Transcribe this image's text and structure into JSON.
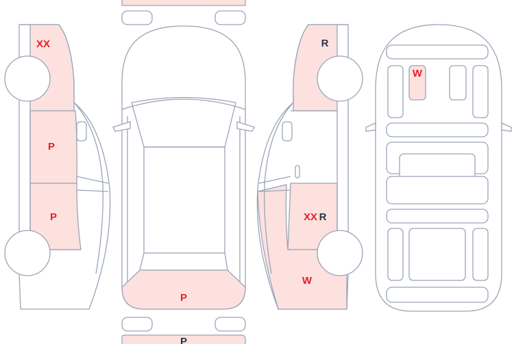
{
  "colors": {
    "outline": "#9aa3b6",
    "damage_fill": "#fde1df",
    "label_red": "#e4202a",
    "label_dark": "#2a3445"
  },
  "labels": {
    "left_front_fender": "XX",
    "left_front_door": "P",
    "left_rear_door": "P",
    "rear_bumper": "P",
    "rear_bumper_partial": "P",
    "right_front_fender": "R",
    "right_rear_door_code_1": "XX",
    "right_rear_door_code_2": "R",
    "right_rear_quarter": "W",
    "interior_seat": "W"
  }
}
